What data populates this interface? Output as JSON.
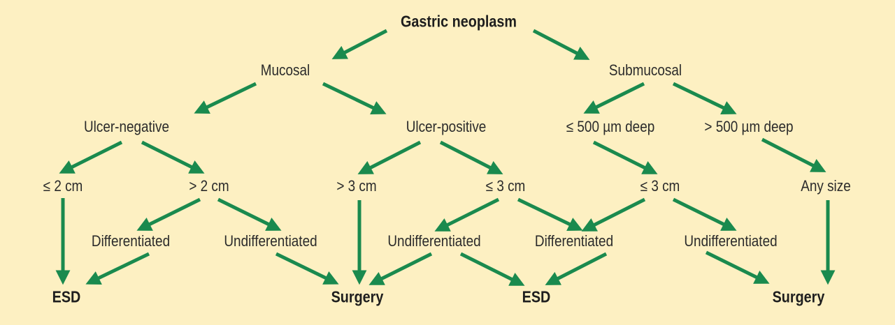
{
  "diagram": {
    "colors": {
      "background": "#fdf0c2",
      "arrow": "#1a8a4e",
      "text": "#2b2b2b"
    },
    "nodes": {
      "root": "Gastric neoplasm",
      "mucosal": "Mucosal",
      "submucosal": "Submucosal",
      "ulcer_negative": "Ulcer-negative",
      "ulcer_positive": "Ulcer-positive",
      "sub_le500": "≤ 500 µm deep",
      "sub_gt500": "> 500 µm deep",
      "un_le2": "≤ 2 cm",
      "un_gt2": "> 2 cm",
      "up_gt3": "> 3 cm",
      "up_le3": "≤ 3 cm",
      "sub_le3": "≤ 3 cm",
      "any_size": "Any size",
      "un_diff": "Differentiated",
      "un_undiff": "Undifferentiated",
      "up_undiff": "Undifferentiated",
      "up_diff": "Differentiated",
      "sub_undiff": "Undifferentiated",
      "esd_1": "ESD",
      "surgery_1": "Surgery",
      "esd_2": "ESD",
      "surgery_2": "Surgery"
    }
  }
}
